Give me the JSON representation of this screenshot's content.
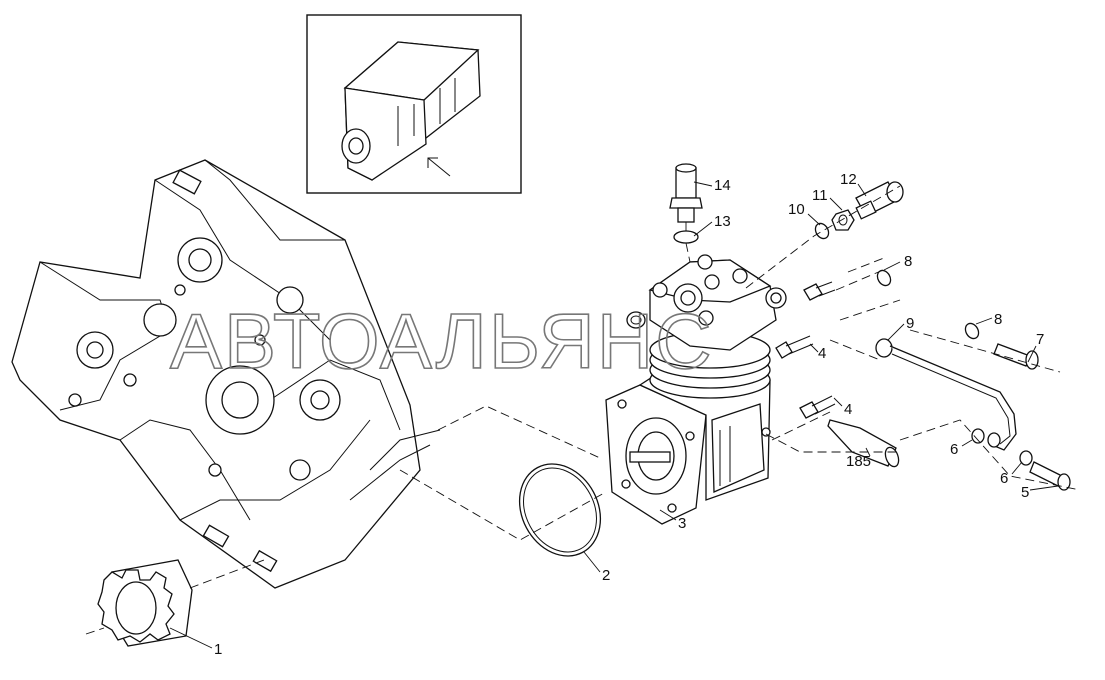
{
  "watermark": "АВТОАЛЬЯНС",
  "colors": {
    "line": "#111111",
    "background": "#ffffff",
    "watermark": "#777777"
  },
  "callouts": {
    "p1": "1",
    "p2": "2",
    "p3": "3",
    "p4a": "4",
    "p4b": "4",
    "p5": "5",
    "p6a": "6",
    "p6b": "6",
    "p7": "7",
    "p8a": "8",
    "p8b": "8",
    "p9": "9",
    "p10": "10",
    "p11": "11",
    "p12": "12",
    "p13": "13",
    "p14": "14",
    "p185": "185"
  }
}
